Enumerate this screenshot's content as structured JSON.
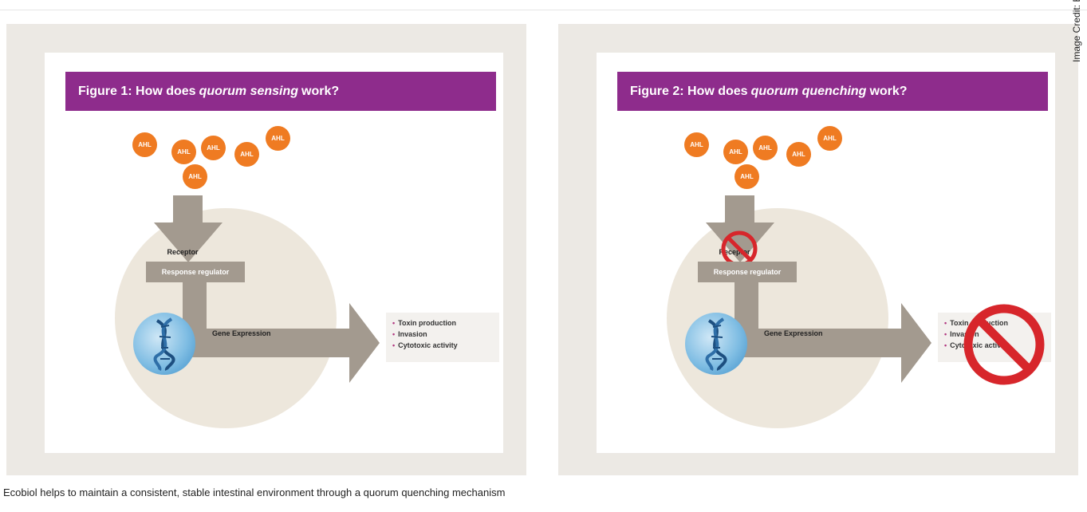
{
  "figures": [
    {
      "title_prefix": "Figure 1: How does",
      "title_emphasis": "quorum sensing",
      "title_suffix": "work?",
      "ahl_labels": [
        "AHL",
        "AHL",
        "AHL",
        "AHL",
        "AHL",
        "AHL"
      ],
      "receptor_label": "Receptor",
      "response_regulator": "Response regulator",
      "gene_expression": "Gene Expression",
      "outcomes": [
        "Toxin production",
        "Invasion",
        "Cytotoxic activity"
      ],
      "blocked": false
    },
    {
      "title_prefix": "Figure 2: How does",
      "title_emphasis": "quorum quenching",
      "title_suffix": "work?",
      "ahl_labels": [
        "AHL",
        "AHL",
        "AHL",
        "AHL",
        "AHL",
        "AHL"
      ],
      "receptor_label": "Receptor",
      "response_regulator": "Response regulator",
      "gene_expression": "Gene Expression",
      "outcomes": [
        "Toxin production",
        "Invasion",
        "Cytotoxic activity"
      ],
      "blocked": true
    }
  ],
  "caption": "Ecobiol helps to maintain a consistent, stable intestinal environment through a quorum quenching mechanism",
  "credit": "Image Credit: Evonik",
  "colors": {
    "banner": "#8e2c8c",
    "ahl": "#ef7b22",
    "arrow": "#a39a8f",
    "prohibit": "#d7262b",
    "bullet": "#b0357f"
  },
  "icons": {
    "molecule": "ahl-circle",
    "dna": "dna-helix-icon",
    "blocked": "prohibition-icon"
  }
}
